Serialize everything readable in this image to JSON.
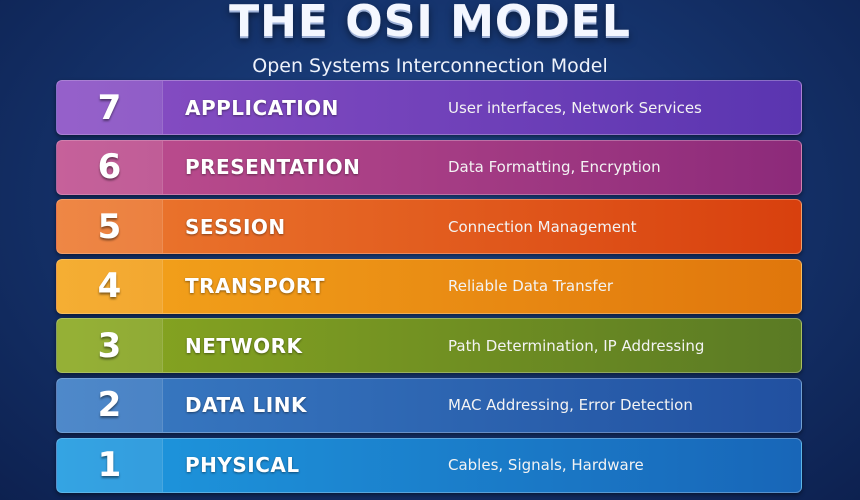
{
  "header": {
    "title": "THE OSI MODEL",
    "subtitle": "Open Systems Interconnection Model"
  },
  "layers": [
    {
      "number": "7",
      "name": "APPLICATION",
      "description": "User interfaces, Network Services",
      "color_start": "#8a4fc4",
      "color_end": "#5a35b0"
    },
    {
      "number": "6",
      "name": "PRESENTATION",
      "description": "Data Formatting, Encryption",
      "color_start": "#c0508f",
      "color_end": "#8c2a7a"
    },
    {
      "number": "5",
      "name": "SESSION",
      "description": "Connection Management",
      "color_start": "#ec7a30",
      "color_end": "#d8400e"
    },
    {
      "number": "4",
      "name": "TRANSPORT",
      "description": "Reliable Data Transfer",
      "color_start": "#f4a51c",
      "color_end": "#e0760c"
    },
    {
      "number": "3",
      "name": "NETWORK",
      "description": "Path Determination, IP Addressing",
      "color_start": "#8aa820",
      "color_end": "#5a7a24"
    },
    {
      "number": "2",
      "name": "DATA LINK",
      "description": "MAC Addressing, Error Detection",
      "color_start": "#3a7cc4",
      "color_end": "#2150a0"
    },
    {
      "number": "1",
      "name": "PHYSICAL",
      "description": "Cables, Signals, Hardware",
      "color_start": "#1e9ae0",
      "color_end": "#1866b8"
    }
  ]
}
